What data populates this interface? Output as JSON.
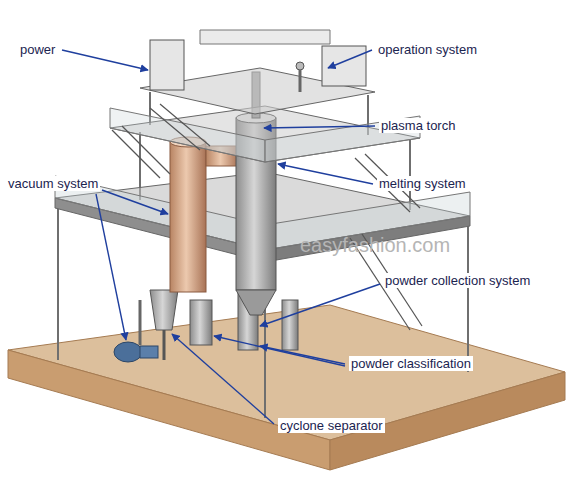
{
  "diagram": {
    "labels": [
      "power",
      "operation system",
      "plasma torch",
      "vacuum system",
      "melting system",
      "easyfashion.com",
      "powder collection system",
      "powder classification",
      "cyclone separator"
    ]
  }
}
